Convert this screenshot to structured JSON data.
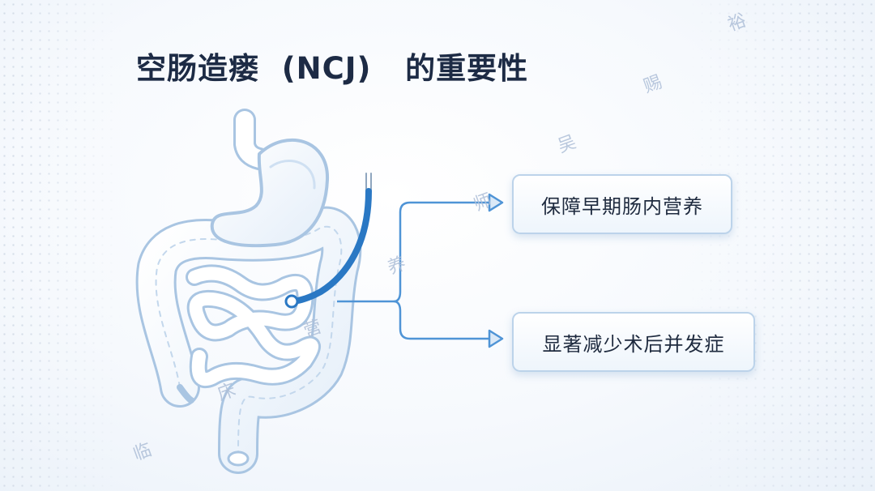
{
  "title": "空肠造瘘  (NCJ)   的重要性",
  "benefits": [
    {
      "label": "保障早期肠内营养"
    },
    {
      "label": "显著减少术后并发症"
    }
  ],
  "watermark": [
    "裕",
    "赐",
    "吴",
    "师",
    "养",
    "营",
    "床",
    "临"
  ],
  "colors": {
    "title": "#1d2b45",
    "accent": "#4f94d6",
    "tube": "#2a78c4",
    "outline": "#a9c5e2",
    "box_border": "#bcd3ea"
  },
  "illustration": "digestive-tract-icon"
}
